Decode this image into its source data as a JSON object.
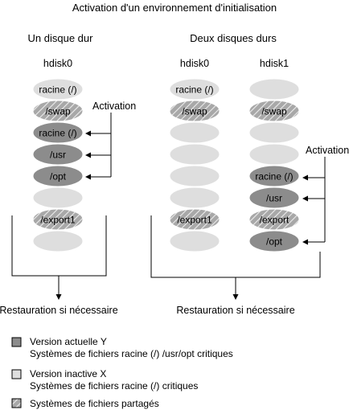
{
  "title": "Activation d'un environnement d'initialisation",
  "left": {
    "heading": "Un disque dur",
    "disk_name": "hdisk0",
    "slices": [
      {
        "label": "racine (/)",
        "kind": "inactive"
      },
      {
        "label": "/swap",
        "kind": "shared"
      },
      {
        "label": "racine (/)",
        "kind": "current"
      },
      {
        "label": "/usr",
        "kind": "current"
      },
      {
        "label": "/opt",
        "kind": "current"
      },
      {
        "label": "",
        "kind": "inactive"
      },
      {
        "label": "/export1",
        "kind": "shared"
      },
      {
        "label": "",
        "kind": "inactive"
      }
    ],
    "activation_label": "Activation",
    "restore_label": "Restauration si nécessaire"
  },
  "right": {
    "heading": "Deux disques durs",
    "disk0_name": "hdisk0",
    "disk1_name": "hdisk1",
    "disk0_slices": [
      {
        "label": "racine (/)",
        "kind": "inactive"
      },
      {
        "label": "/swap",
        "kind": "shared"
      },
      {
        "label": "",
        "kind": "inactive"
      },
      {
        "label": "",
        "kind": "inactive"
      },
      {
        "label": "",
        "kind": "inactive"
      },
      {
        "label": "",
        "kind": "inactive"
      },
      {
        "label": "/export1",
        "kind": "shared"
      },
      {
        "label": "",
        "kind": "inactive"
      }
    ],
    "disk1_slices": [
      {
        "label": "",
        "kind": "inactive"
      },
      {
        "label": "/swap",
        "kind": "shared"
      },
      {
        "label": "",
        "kind": "inactive"
      },
      {
        "label": "",
        "kind": "inactive"
      },
      {
        "label": "racine (/)",
        "kind": "current"
      },
      {
        "label": "/usr",
        "kind": "current"
      },
      {
        "label": "/export",
        "kind": "shared"
      },
      {
        "label": "/opt",
        "kind": "current"
      }
    ],
    "activation_label": "Activation",
    "restore_label": "Restauration si nécessaire"
  },
  "legend": [
    {
      "kind": "current",
      "line1": "Version actuelle Y",
      "line2": "Systèmes de fichiers racine (/) /usr/opt critiques"
    },
    {
      "kind": "inactive",
      "line1": "Version inactive X",
      "line2": "Systèmes de fichiers racine (/) critiques"
    },
    {
      "kind": "shared",
      "line1": "Systèmes de fichiers partagés",
      "line2": ""
    }
  ],
  "colors": {
    "current": "#8c8c8c",
    "inactive": "#dedede",
    "shared_base": "#a8a8a8",
    "shared_stripe": "#ececec",
    "line": "#000000"
  }
}
